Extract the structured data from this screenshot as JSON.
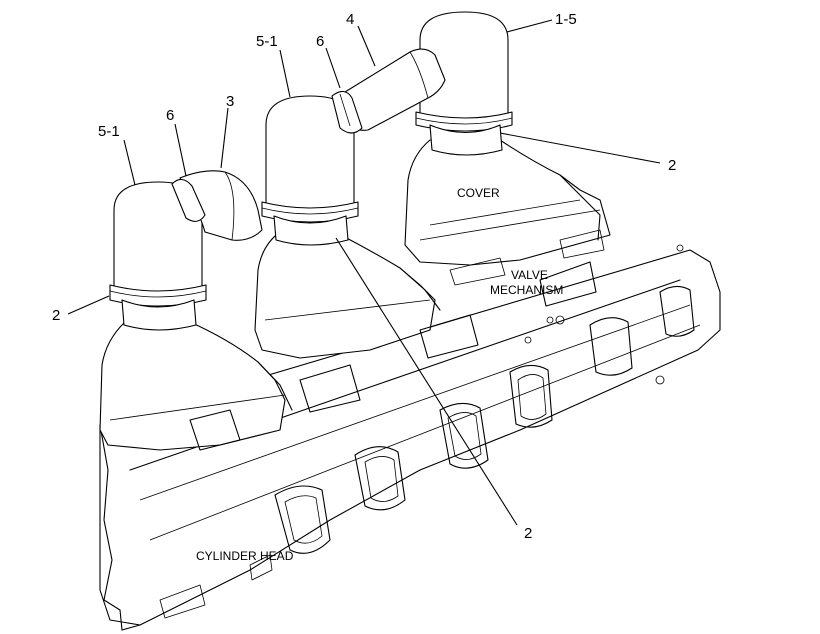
{
  "callouts": {
    "c1_5": "1-5",
    "c4": "4",
    "c5_1_mid": "5-1",
    "c6_mid": "6",
    "c3": "3",
    "c5_1_left": "5-1",
    "c6_left": "6",
    "c2_left": "2",
    "c2_right": "2",
    "c2_bottom": "2"
  },
  "labels": {
    "cover": "COVER",
    "valve": "VALVE",
    "mechanism": "MECHANISM",
    "cylinder_head": "CYLINDER HEAD"
  }
}
